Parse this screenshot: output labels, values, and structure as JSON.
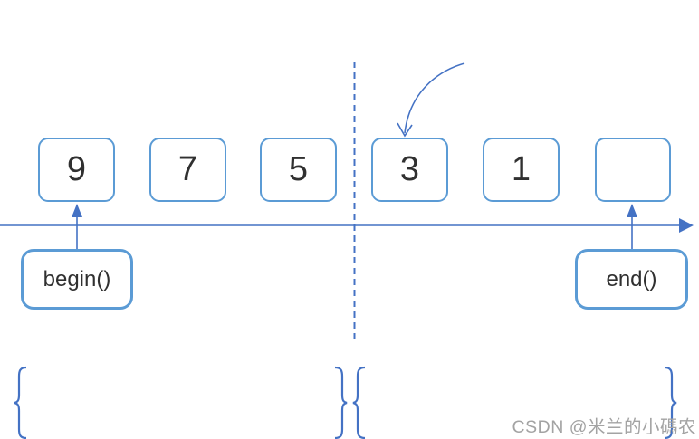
{
  "theme": {
    "background": "#ffffff",
    "box-border": "#5B9BD5",
    "line-color": "#4472C4",
    "text-color": "#303030",
    "watermark-color": "#a3a3a3"
  },
  "diagram": {
    "cells": [
      {
        "value": "9"
      },
      {
        "value": "7"
      },
      {
        "value": "5"
      },
      {
        "value": "3"
      },
      {
        "value": "1"
      },
      {
        "value": ""
      }
    ],
    "labels": {
      "begin": "begin()",
      "end": "end()"
    },
    "annotations": {
      "watermark": "CSDN @米兰的小碼农"
    }
  }
}
